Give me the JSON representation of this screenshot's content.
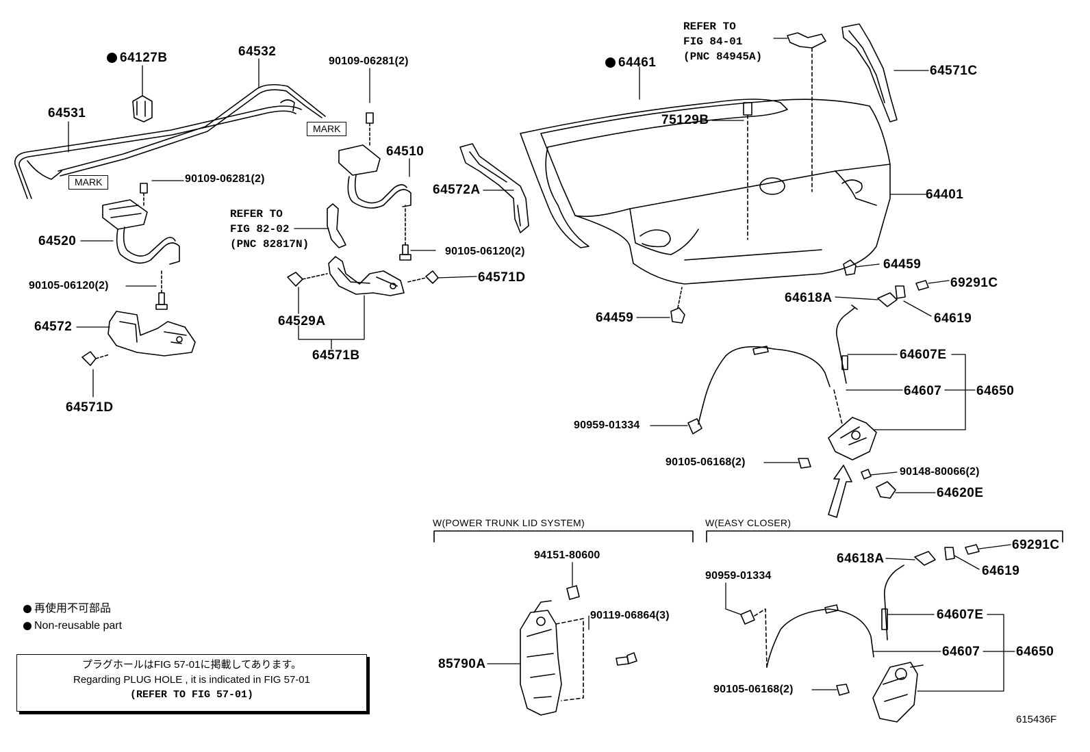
{
  "parts": {
    "p64127B": "64127B",
    "p64532": "64532",
    "p64531": "64531",
    "p90109_a": "90109-06281(2)",
    "p90109_b": "90109-06281(2)",
    "p64510": "64510",
    "p64520": "64520",
    "p90105_06120_a": "90105-06120(2)",
    "p90105_06120_b": "90105-06120(2)",
    "p64572": "64572",
    "p64571D_a": "64571D",
    "p64571D_b": "64571D",
    "p64529A": "64529A",
    "p64571B": "64571B",
    "p64572A": "64572A",
    "p64461": "64461",
    "p75129B": "75129B",
    "p64571C": "64571C",
    "p64401": "64401",
    "p64459_a": "64459",
    "p64459_b": "64459",
    "p64618A_a": "64618A",
    "p69291C_a": "69291C",
    "p64619_a": "64619",
    "p64607E_a": "64607E",
    "p64607_a": "64607",
    "p64650_a": "64650",
    "p90959_a": "90959-01334",
    "p90105_06168_a": "90105-06168(2)",
    "p90148": "90148-80066(2)",
    "p64620E": "64620E",
    "p94151": "94151-80600",
    "p90119": "90119-06864(3)",
    "p85790A": "85790A",
    "p64618A_b": "64618A",
    "p69291C_b": "69291C",
    "p64619_b": "64619",
    "p90959_b": "90959-01334",
    "p64607E_b": "64607E",
    "p64607_b": "64607",
    "p64650_b": "64650",
    "p90105_06168_b": "90105-06168(2)"
  },
  "refs": {
    "ref82": [
      "REFER TO",
      "FIG 82-02",
      "(PNC 82817N)"
    ],
    "ref84": [
      "REFER TO",
      "FIG 84-01",
      "(PNC 84945A)"
    ]
  },
  "marks": {
    "mark_a": "MARK",
    "mark_b": "MARK"
  },
  "sections": {
    "power_trunk": "W(POWER TRUNK LID SYSTEM)",
    "easy_closer": "W(EASY CLOSER)"
  },
  "legend": {
    "jp": "再使用不可部品",
    "en": "Non-reusable part"
  },
  "note": {
    "jp": "プラグホールはFIG 57-01に掲載してあります。",
    "en": "Regarding PLUG HOLE , it is indicated in FIG 57-01",
    "ref": "(REFER TO FIG 57-01)"
  },
  "figure_id": "615436F"
}
